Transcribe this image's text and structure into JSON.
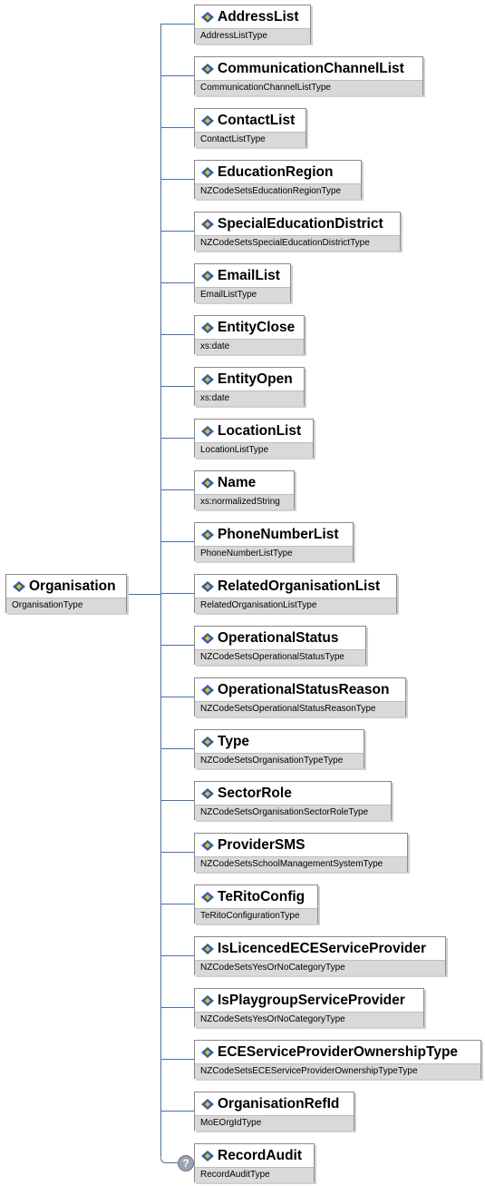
{
  "root": {
    "name": "Organisation",
    "type": "OrganisationType"
  },
  "children": [
    {
      "name": "AddressList",
      "type": "AddressListType"
    },
    {
      "name": "CommunicationChannelList",
      "type": "CommunicationChannelListType"
    },
    {
      "name": "ContactList",
      "type": "ContactListType"
    },
    {
      "name": "EducationRegion",
      "type": "NZCodeSetsEducationRegionType"
    },
    {
      "name": "SpecialEducationDistrict",
      "type": "NZCodeSetsSpecialEducationDistrictType"
    },
    {
      "name": "EmailList",
      "type": "EmailListType"
    },
    {
      "name": "EntityClose",
      "type": "xs:date"
    },
    {
      "name": "EntityOpen",
      "type": "xs:date"
    },
    {
      "name": "LocationList",
      "type": "LocationListType"
    },
    {
      "name": "Name",
      "type": "xs:normalizedString"
    },
    {
      "name": "PhoneNumberList",
      "type": "PhoneNumberListType"
    },
    {
      "name": "RelatedOrganisationList",
      "type": "RelatedOrganisationListType"
    },
    {
      "name": "OperationalStatus",
      "type": "NZCodeSetsOperationalStatusType"
    },
    {
      "name": "OperationalStatusReason",
      "type": "NZCodeSetsOperationalStatusReasonType"
    },
    {
      "name": "Type",
      "type": "NZCodeSetsOrganisationTypeType"
    },
    {
      "name": "SectorRole",
      "type": "NZCodeSetsOrganisationSectorRoleType"
    },
    {
      "name": "ProviderSMS",
      "type": "NZCodeSetsSchoolManagementSystemType"
    },
    {
      "name": "TeRitoConfig",
      "type": "TeRitoConfigurationType"
    },
    {
      "name": "IsLicencedECEServiceProvider",
      "type": "NZCodeSetsYesOrNoCategoryType"
    },
    {
      "name": "IsPlaygroupServiceProvider",
      "type": "NZCodeSetsYesOrNoCategoryType"
    },
    {
      "name": "ECEServiceProviderOwnershipType",
      "type": "NZCodeSetsECEServiceProviderOwnershipTypeType"
    },
    {
      "name": "OrganisationRefId",
      "type": "MoEOrgIdType"
    },
    {
      "name": "RecordAudit",
      "type": "RecordAuditType",
      "optional": true,
      "optional_symbol": "?"
    }
  ],
  "colors": {
    "connector": "#4a6fa5",
    "border": "#8a8a8a",
    "type_bg": "#d9d9d9",
    "icon_blue": "#2f5fb3",
    "icon_yellow": "#f2c200"
  },
  "icon": "element-icon"
}
